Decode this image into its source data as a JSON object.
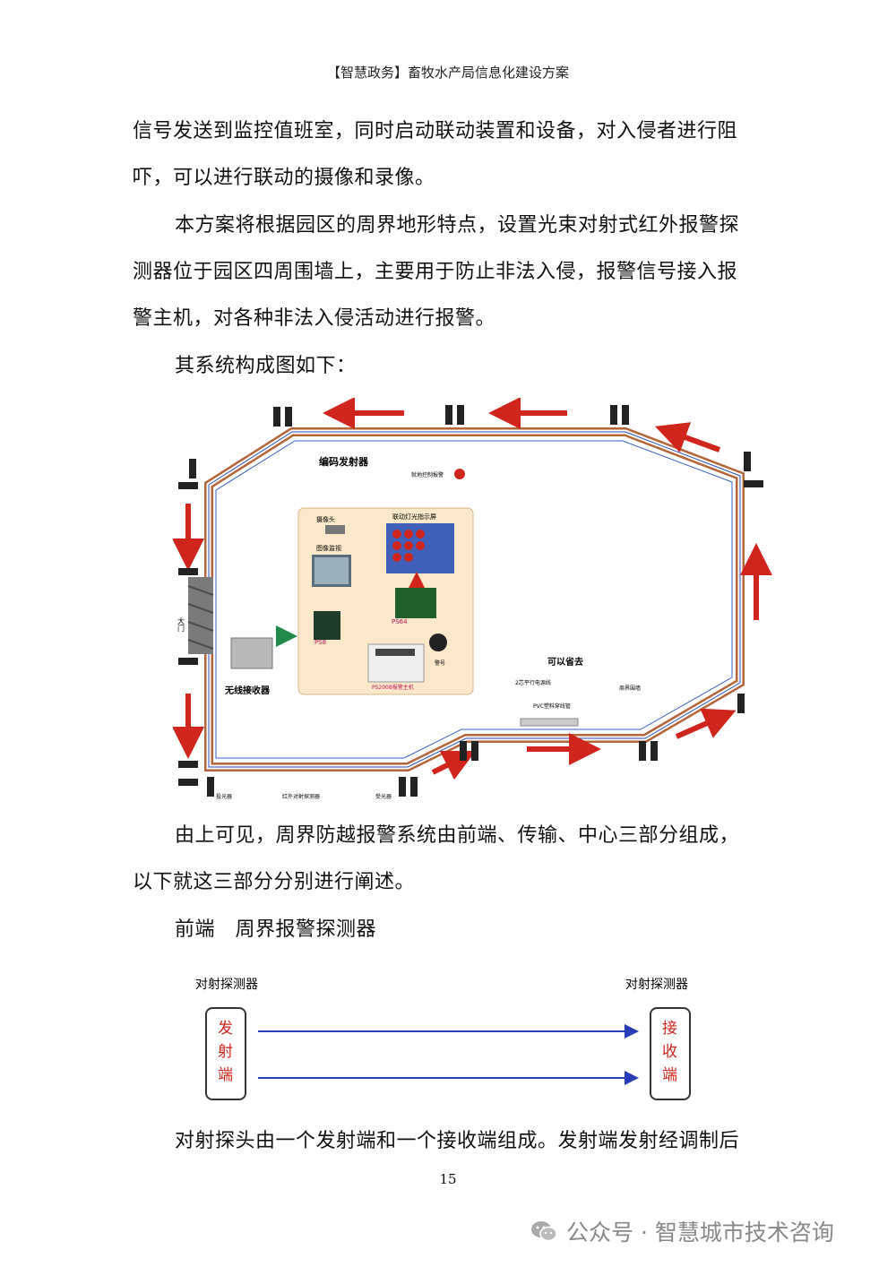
{
  "header": {
    "title": "【智慧政务】畜牧水产局信息化建设方案"
  },
  "paragraphs": {
    "p1_line1": "信号发送到监控值班室，同时启动联动装置和设备，对入侵者进行阻",
    "p1_line2": "吓，可以进行联动的摄像和录像。",
    "p2_line1": "本方案将根据园区的周界地形特点，设置光束对射式红外报警探",
    "p2_line2": "测器位于园区四周围墙上，主要用于防止非法入侵，报警信号接入报",
    "p2_line3": "警主机，对各种非法入侵活动进行报警。",
    "p3": "其系统构成图如下：",
    "p4_line1": "由上可见，周界防越报警系统由前端、传输、中心三部分组成，",
    "p4_line2": "以下就这三部分分别进行阐述。",
    "p5": "前端　周界报警探测器",
    "p6": "对射探头由一个发射端和一个接收端组成。发射端发射经调制后"
  },
  "diagram1": {
    "labels": {
      "encoder": "编码发射器",
      "local_alarm": "就地控制报警",
      "camera": "摄像头",
      "monitor": "图像监视",
      "led_panel": "联动灯光指示屏",
      "ps64": "PS64",
      "ps8": "PS8",
      "siren": "警号",
      "host": "PS2008报警主机",
      "wireless": "无线接收器",
      "gate": "大门",
      "omit": "可以省去",
      "cable": "2芯平行电源线",
      "pvc": "PVC塑料穿线管",
      "fence": "周界围墙",
      "tx": "投光器",
      "ir": "红外对射探测器",
      "rx": "受光器"
    }
  },
  "diagram2": {
    "left_title": "对射探测器",
    "right_title": "对射探测器",
    "left_box": [
      "发",
      "射",
      "端"
    ],
    "right_box": [
      "接",
      "收",
      "端"
    ]
  },
  "footer": {
    "page_number": "15"
  },
  "watermark": {
    "text": "公众号 · 智慧城市技术咨询"
  },
  "colors": {
    "arrow": "#d0251c",
    "wall": "#b5653a",
    "beam": "#2a3db8"
  }
}
